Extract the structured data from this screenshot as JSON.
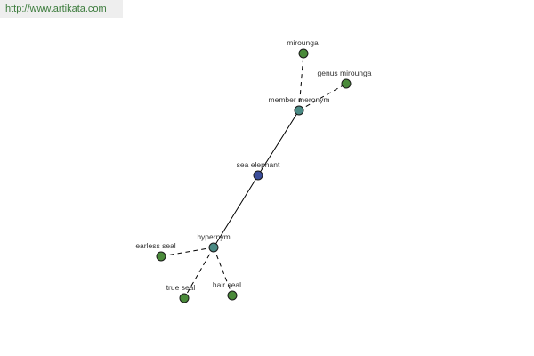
{
  "header": {
    "url": "http://www.artikata.com"
  },
  "graph": {
    "colors": {
      "center": "#3b4d9a",
      "relation": "#4a8a84",
      "leaf": "#4a8a3a"
    },
    "nodes": [
      {
        "id": "sea-elephant",
        "label": "sea elephant",
        "kind": "center"
      },
      {
        "id": "member-meronym",
        "label": "member meronym",
        "kind": "relation"
      },
      {
        "id": "hypernym",
        "label": "hypernym",
        "kind": "relation"
      },
      {
        "id": "mirounga",
        "label": "mirounga",
        "kind": "leaf"
      },
      {
        "id": "genus-mirounga",
        "label": "genus mirounga",
        "kind": "leaf"
      },
      {
        "id": "earless-seal",
        "label": "earless seal",
        "kind": "leaf"
      },
      {
        "id": "true-seal",
        "label": "true seal",
        "kind": "leaf"
      },
      {
        "id": "hair-seal",
        "label": "hair seal",
        "kind": "leaf"
      }
    ],
    "edges": [
      {
        "from": "sea-elephant",
        "to": "member-meronym",
        "style": "solid"
      },
      {
        "from": "sea-elephant",
        "to": "hypernym",
        "style": "solid"
      },
      {
        "from": "member-meronym",
        "to": "mirounga",
        "style": "dashed"
      },
      {
        "from": "member-meronym",
        "to": "genus-mirounga",
        "style": "dashed"
      },
      {
        "from": "hypernym",
        "to": "earless-seal",
        "style": "dashed"
      },
      {
        "from": "hypernym",
        "to": "true-seal",
        "style": "dashed"
      },
      {
        "from": "hypernym",
        "to": "hair-seal",
        "style": "dashed"
      }
    ]
  }
}
